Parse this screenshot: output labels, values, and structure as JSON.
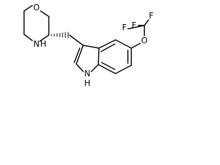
{
  "molecule": {
    "atoms": {
      "morpholine_oxygen": "O",
      "morpholine_nitrogen": "N",
      "morpholine_nitrogen_hydrogen": "H",
      "ether_oxygen": "O",
      "fluorine_top_left": "F",
      "fluorine_top_right": "F",
      "fluorine_left": "F",
      "indole_nitrogen": "N",
      "indole_nitrogen_hydrogen": "H"
    }
  }
}
